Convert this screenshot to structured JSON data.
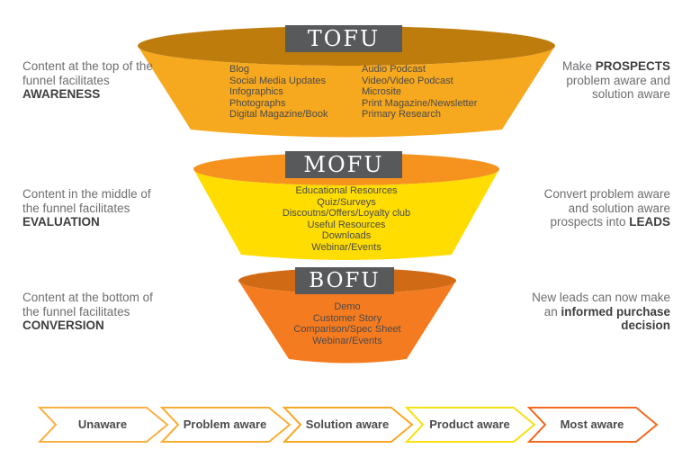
{
  "colors": {
    "tofu_inner": "#BE7C0D",
    "tofu_body": "#F6A81E",
    "mofu_inner": "#F6921E",
    "mofu_body": "#FFDD00",
    "bofu_inner": "#D06A15",
    "bofu_body": "#F57B20",
    "label_box": "#58595B",
    "label_text": "#FFFFFF"
  },
  "funnel": {
    "tofu": {
      "label": "TOFU",
      "items_left": [
        "Blog",
        "Social Media Updates",
        "Infographics",
        "Photographs",
        "Digital Magazine/Book"
      ],
      "items_right": [
        "Audio Podcast",
        "Video/Video Podcast",
        "Microsite",
        "Print Magazine/Newsletter",
        "Primary Research"
      ]
    },
    "mofu": {
      "label": "MOFU",
      "items": [
        "Educational Resources",
        "Quiz/Surveys",
        "Discoutns/Offers/Loyalty club",
        "Useful Resources",
        "Downloads",
        "Webinar/Events"
      ]
    },
    "bofu": {
      "label": "BOFU",
      "items": [
        "Demo",
        "Customer Story",
        "Comparison/Spec Sheet",
        "Webinar/Events"
      ]
    }
  },
  "notes": {
    "left": [
      {
        "l1": "Content at the top of the",
        "l2": "funnel facilitates",
        "bold": "AWARENESS"
      },
      {
        "l1": "Content in the middle of",
        "l2": "the funnel facilitates",
        "bold": "EVALUATION"
      },
      {
        "l1": "Content at the bottom of",
        "l2": "the funnel facilitates",
        "bold": "CONVERSION"
      }
    ],
    "right": [
      {
        "l1_pre": "Make ",
        "l1_bold": "PROSPECTS",
        "l2": "problem aware and",
        "l3": "solution aware"
      },
      {
        "l1": "Convert problem aware",
        "l2": "and solution aware",
        "l3_pre": "prospects into ",
        "l3_bold": "LEADS"
      },
      {
        "l1": "New leads can now make",
        "l2_pre": "an ",
        "l2_bold": "informed purchase",
        "l3_bold": "decision"
      }
    ]
  },
  "awareness_bar": {
    "steps": [
      {
        "label": "Unaware",
        "color": "#FBB042"
      },
      {
        "label": "Problem aware",
        "color": "#FAAD33"
      },
      {
        "label": "Solution aware",
        "color": "#F9A825"
      },
      {
        "label": "Product aware",
        "color": "#F7E013"
      },
      {
        "label": "Most aware",
        "color": "#F26922"
      }
    ]
  }
}
